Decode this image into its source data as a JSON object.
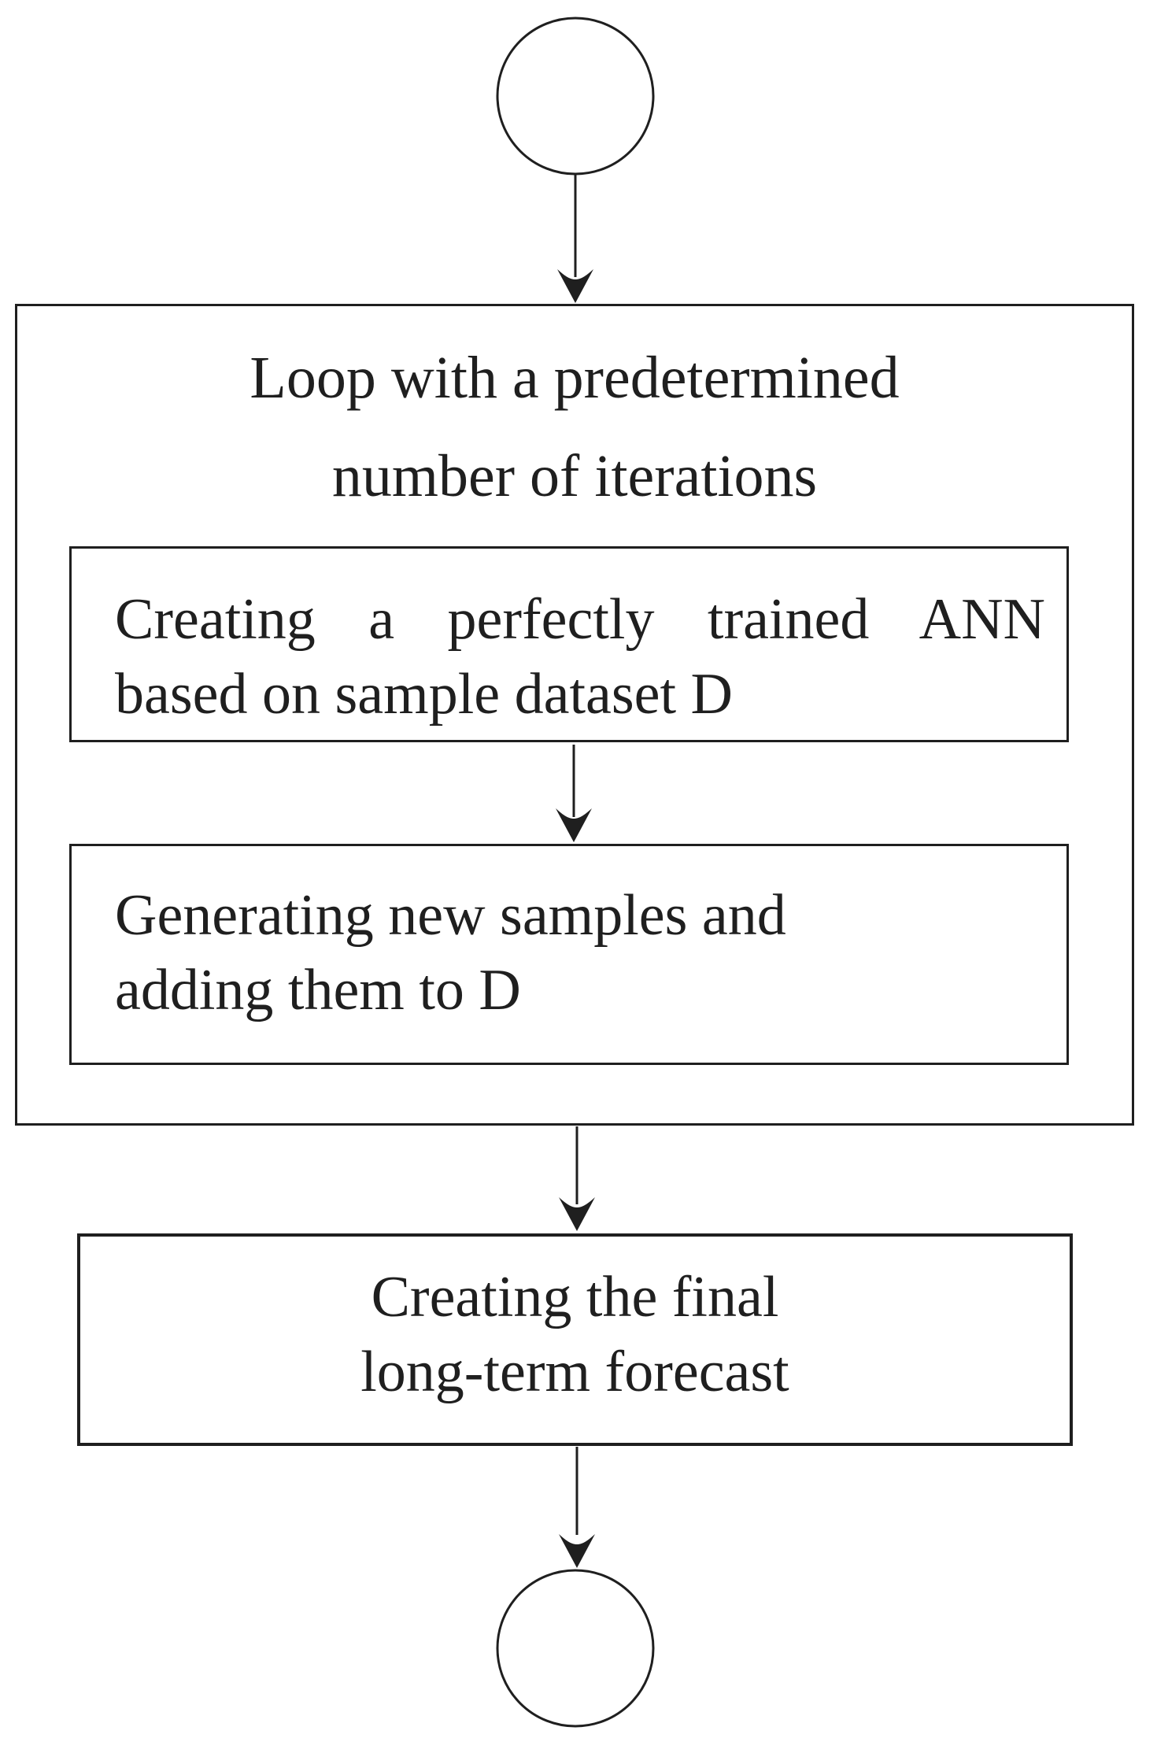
{
  "colors": {
    "ink": "#1f1f1f",
    "background": "#ffffff"
  },
  "flowchart": {
    "start_node": {
      "shape": "circle"
    },
    "loop": {
      "title": [
        "Loop with a predetermined",
        "number of iterations"
      ],
      "steps": [
        {
          "lines": [
            "Creating a perfectly trained ANN",
            "based on sample dataset D"
          ]
        },
        {
          "lines": [
            "Generating new samples and",
            "adding them to D"
          ]
        }
      ]
    },
    "final_step": {
      "lines": [
        "Creating the final",
        "long-term forecast"
      ]
    },
    "end_node": {
      "shape": "circle"
    }
  }
}
